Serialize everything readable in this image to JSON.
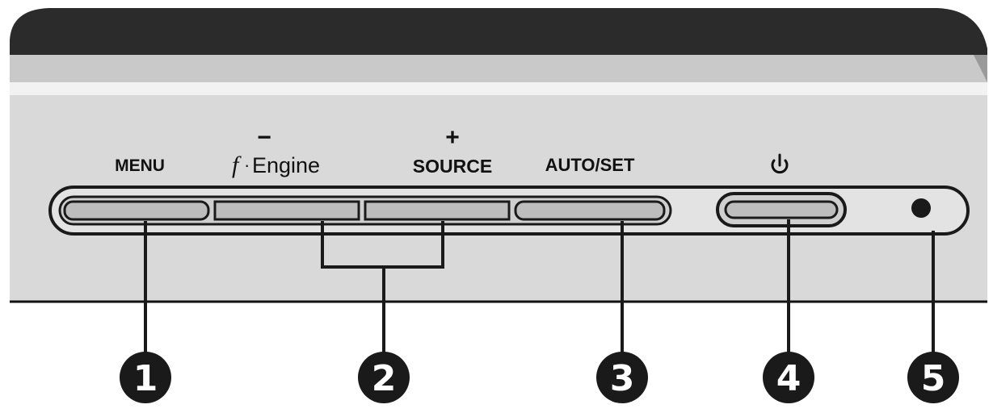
{
  "labels": {
    "menu": "MENU",
    "engine_prefix": "f",
    "engine_dot": "·",
    "engine_word": "Engine",
    "minus": "−",
    "plus": "+",
    "source": "SOURCE",
    "autoset": "AUTO/SET",
    "power_icon": "power-icon"
  },
  "callouts": [
    "1",
    "2",
    "3",
    "4",
    "5"
  ],
  "colors": {
    "bezel_top": "#2b2b2b",
    "panel": "#d9d9d9",
    "outline": "#1a1a1a",
    "callout": "#1a1a1a"
  }
}
